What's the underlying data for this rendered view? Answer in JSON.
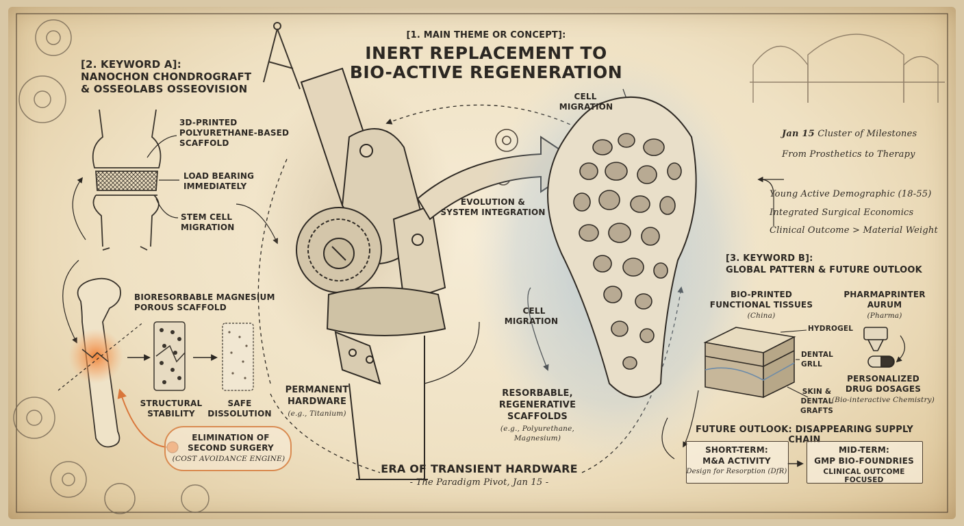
{
  "main_theme": {
    "label": "[1. MAIN THEME OR CONCEPT]:",
    "title_line1": "INERT REPLACEMENT TO",
    "title_line2": "BIO-ACTIVE REGENERATION"
  },
  "keyword_a": {
    "label": "[2. KEYWORD A]:",
    "line1": "NANOCHON CHONDROGRAFT",
    "line2": "& OSSEOLABS OSSEOVISION",
    "callouts": {
      "scaffold_l1": "3D-PRINTED",
      "scaffold_l2": "POLYURETHANE-BASED",
      "scaffold_l3": "SCAFFOLD",
      "load_l1": "LOAD BEARING",
      "load_l2": "IMMEDIATELY",
      "stem_l1": "STEM CELL",
      "stem_l2": "MIGRATION"
    }
  },
  "bone_panel": {
    "magnesium_l1": "BIORESORBABLE MAGNESIUM",
    "magnesium_l2": "POROUS SCAFFOLD",
    "structural_l1": "STRUCTURAL",
    "structural_l2": "STABILITY",
    "safe_l1": "SAFE",
    "safe_l2": "DISSOLUTION",
    "elimination_l1": "ELIMINATION OF",
    "elimination_l2": "SECOND SURGERY",
    "elimination_note": "(COST AVOIDANCE ENGINE)"
  },
  "center": {
    "evolution_l1": "EVOLUTION &",
    "evolution_l2": "SYSTEM INTEGRATION",
    "permanent_l1": "PERMANENT",
    "permanent_l2": "HARDWARE",
    "permanent_note": "(e.g., Titanium)",
    "cell_migration_top_l1": "CELL",
    "cell_migration_top_l2": "MIGRATION",
    "cell_migration_mid_l1": "CELL",
    "cell_migration_mid_l2": "MIGRATION",
    "resorbable_l1": "RESORBABLE,",
    "resorbable_l2": "REGENERATIVE",
    "resorbable_l3": "SCAFFOLDS",
    "resorbable_note_l1": "(e.g., Polyurethane,",
    "resorbable_note_l2": "Magnesium)",
    "era_title": "ERA OF TRANSIENT HARDWARE",
    "era_subtitle": "- The Paradigm Pivot, Jan 15 -"
  },
  "milestones": {
    "cluster_date": "Jan 15",
    "cluster_text": "Cluster of Milestones",
    "line2": "From Prosthetics to Therapy",
    "line3": "Young Active Demographic (18-55)",
    "line4": "Integrated Surgical Economics",
    "line5": "Clinical Outcome > Material Weight"
  },
  "keyword_b": {
    "label": "[3. KEYWORD B]:",
    "line1": "GLOBAL PATTERN & FUTURE OUTLOOK",
    "bio_l1": "BIO-PRINTED",
    "bio_l2": "FUNCTIONAL TISSUES",
    "bio_note": "(China)",
    "hydrogel": "HYDROGEL",
    "dental_l1": "DENTAL",
    "dental_l2": "GRLL",
    "skin_l1": "SKIN &",
    "skin_l2": "DENTAL",
    "skin_l3": "GRAFTS",
    "pharma_l1": "PHARMAPRINTER",
    "pharma_l2": "AURUM",
    "pharma_note": "(Pharma)",
    "personalized_l1": "PERSONALIZED",
    "personalized_l2": "DRUG DOSAGES",
    "personalized_note": "(Bio-interactive Chemistry)"
  },
  "future_outlook": {
    "title": "FUTURE OUTLOOK: DISAPPEARING SUPPLY CHAIN",
    "short_term_label": "SHORT-TERM:",
    "short_term_l1": "M&A ACTIVITY",
    "short_term_l2": "Design for Resorption (DfR)",
    "mid_term_label": "MID-TERM:",
    "mid_term_l1": "GMP BIO-FOUNDRIES",
    "mid_term_l2": "CLINICAL OUTCOME FOCUSED"
  },
  "colors": {
    "ink": "#2b2722",
    "paper": "#f2e6cb",
    "accent_orange": "#e8813a",
    "watercolor_blue": "#9fbbd4"
  }
}
